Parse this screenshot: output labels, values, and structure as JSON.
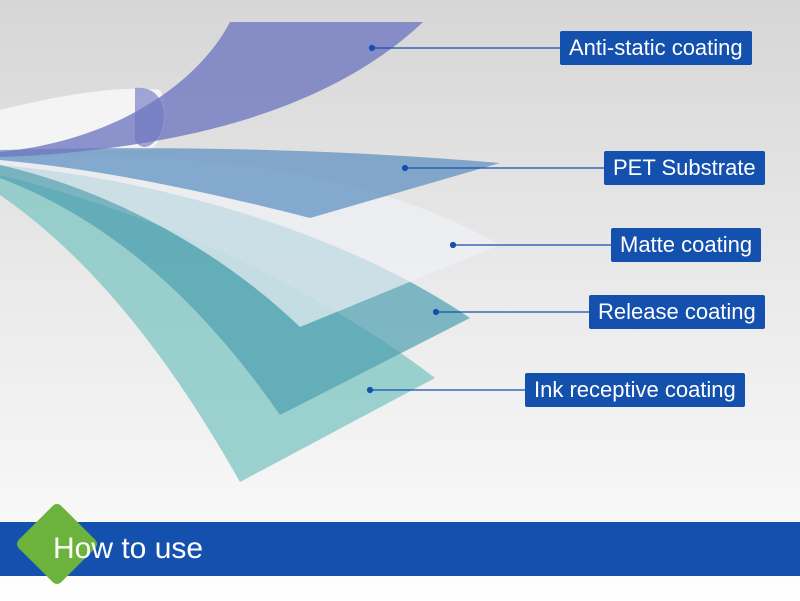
{
  "layers": [
    {
      "label": "Anti-static coating",
      "color": "#6e76bf"
    },
    {
      "label": "PET Substrate",
      "color": "#5b8fc0"
    },
    {
      "label": "Matte coating",
      "color": "#e4e8ee"
    },
    {
      "label": "Release coating",
      "color": "#5fa7b7"
    },
    {
      "label": "Ink receptive coating",
      "color": "#7cc5c2"
    }
  ],
  "banner": {
    "title": "How to use"
  },
  "colors": {
    "accent": "#1450ad",
    "badge": "#6cb33e",
    "leader": "#1450ad"
  }
}
